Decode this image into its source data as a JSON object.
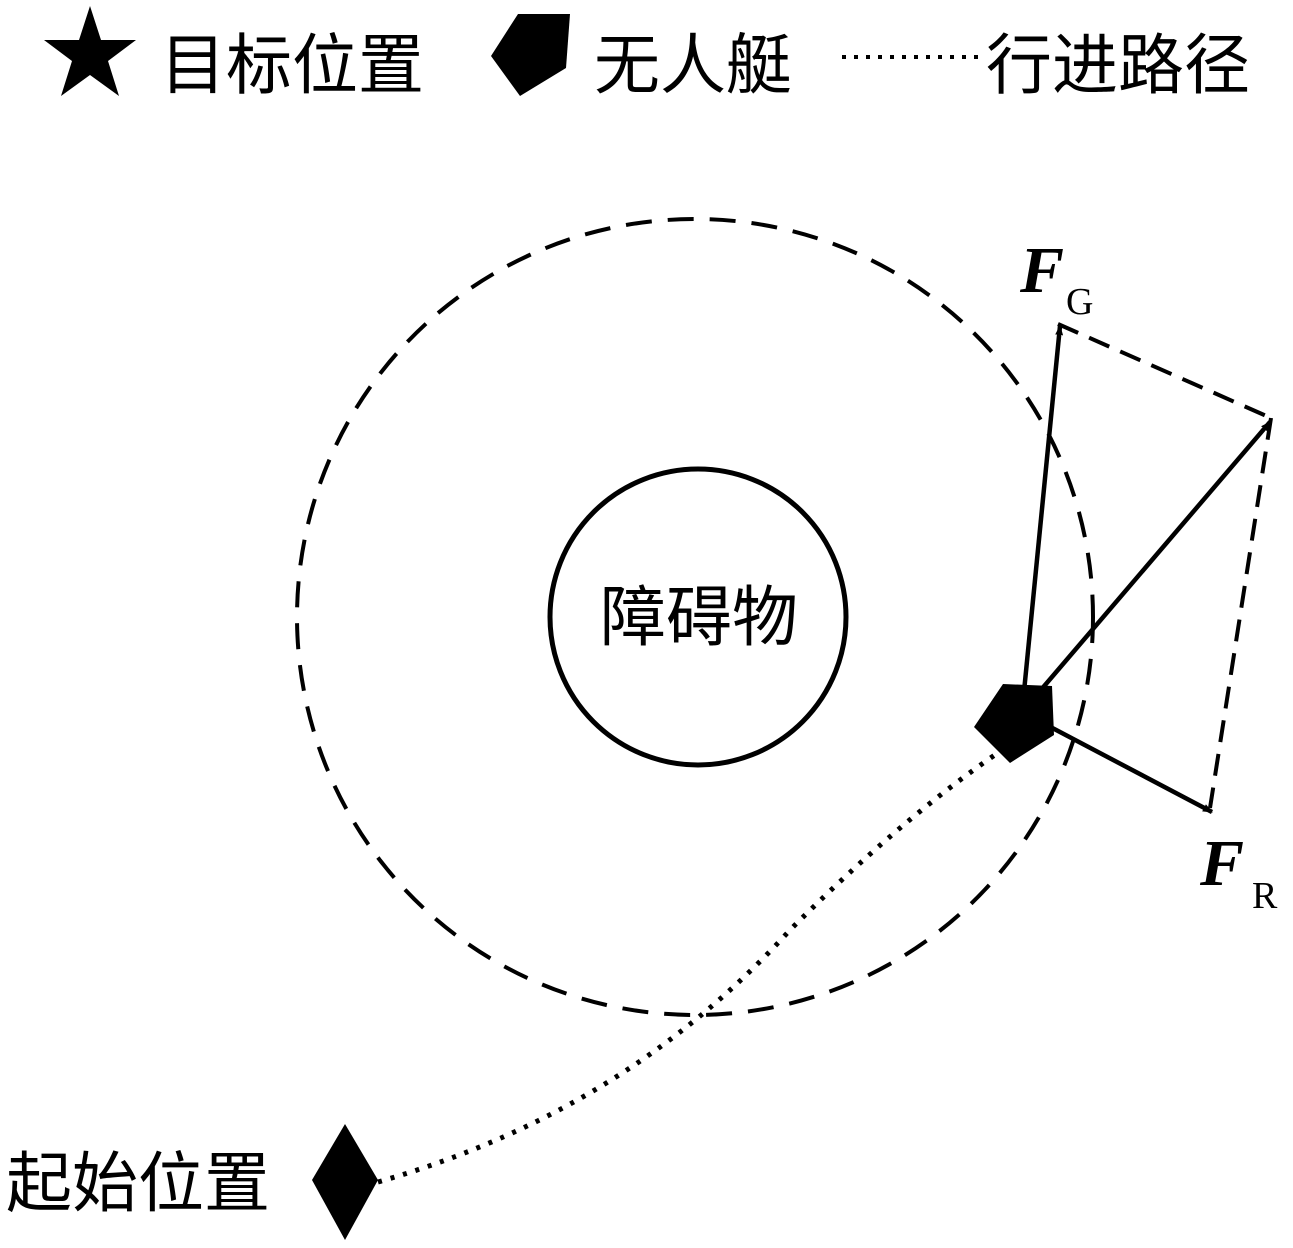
{
  "legend": {
    "target_label": "目标位置",
    "usv_label": "无人艇",
    "path_label": "行进路径",
    "target_icon": "star-icon",
    "usv_icon": "pentagon-icon"
  },
  "diagram": {
    "obstacle_label": "障碍物",
    "start_label": "起始位置",
    "start_icon": "diamond-icon",
    "force_g": {
      "symbol": "F",
      "subscript": "G"
    },
    "force_r": {
      "symbol": "F",
      "subscript": "R"
    }
  },
  "colors": {
    "ink": "#000000",
    "background": "#ffffff"
  }
}
